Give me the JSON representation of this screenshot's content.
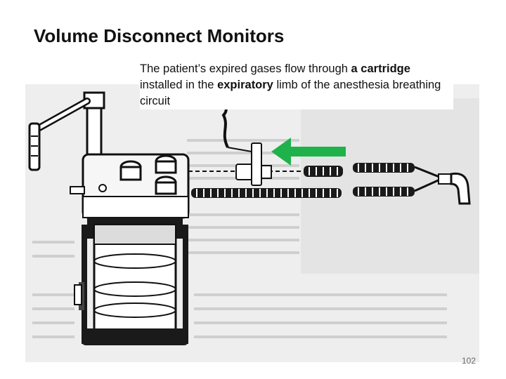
{
  "slide": {
    "title": "Volume Disconnect Monitors",
    "caption": {
      "part1": "The patient’s expired gases flow through ",
      "bold1": "a cartridge",
      "part2": " installed in the ",
      "bold2": "expiratory",
      "part3": " limb of the anesthesia breathing circuit"
    },
    "page_number": "102"
  },
  "figure": {
    "icon": "anesthesia-machine-illustration",
    "arrow_color": "#1fb24a",
    "arrow_direction": "left"
  }
}
